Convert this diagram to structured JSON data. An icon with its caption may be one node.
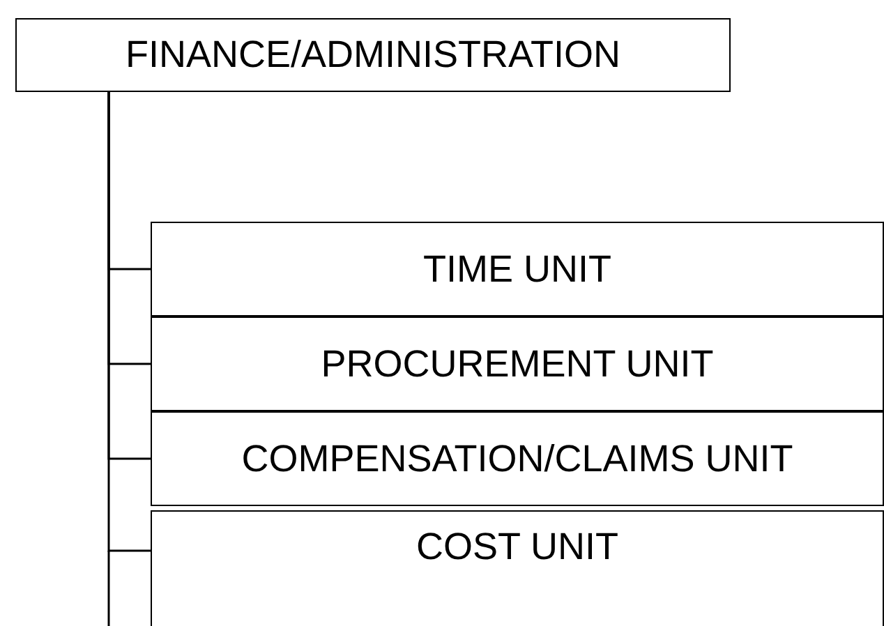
{
  "diagram": {
    "nodes": [
      {
        "text": [
          "FINANCE/ADMINISTRATION"
        ]
      },
      {
        "text": [
          "TIME UNIT"
        ]
      },
      {
        "text": [
          "PROCUREMENT UNIT"
        ]
      },
      {
        "text": [
          "COMPENSATION/CLAIMS UNIT"
        ]
      },
      {
        "text": [
          "COST UNIT"
        ]
      }
    ],
    "edges": [
      {
        "from": 0,
        "to": 1,
        "arrow": "none"
      },
      {
        "from": 0,
        "to": 2,
        "arrow": "none"
      },
      {
        "from": 0,
        "to": 3,
        "arrow": "none"
      },
      {
        "from": 0,
        "to": 4,
        "arrow": "none"
      }
    ]
  }
}
